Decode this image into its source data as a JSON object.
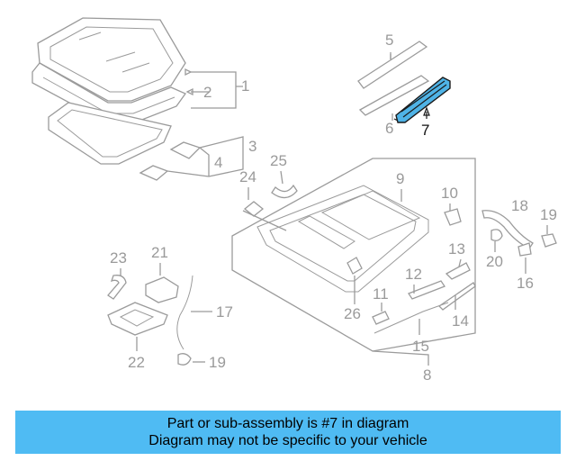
{
  "callouts": {
    "c1": "1",
    "c2": "2",
    "c3": "3",
    "c4": "4",
    "c5": "5",
    "c6": "6",
    "c7": "7",
    "c8": "8",
    "c9": "9",
    "c10": "10",
    "c11": "11",
    "c12": "12",
    "c13": "13",
    "c14": "14",
    "c15": "15",
    "c16": "16",
    "c17": "17",
    "c18": "18",
    "c19a": "19",
    "c19b": "19",
    "c20": "20",
    "c21": "21",
    "c22": "22",
    "c23": "23",
    "c24": "24",
    "c25": "25",
    "c26": "26"
  },
  "highlighted_part": "7",
  "colors": {
    "highlight": "#4fb3e6",
    "banner": "#4fbbf3",
    "line": "#9b9b9b"
  },
  "banner": {
    "line1": "Part or sub-assembly is #7 in diagram",
    "line2": "Diagram may not be specific to your vehicle"
  }
}
